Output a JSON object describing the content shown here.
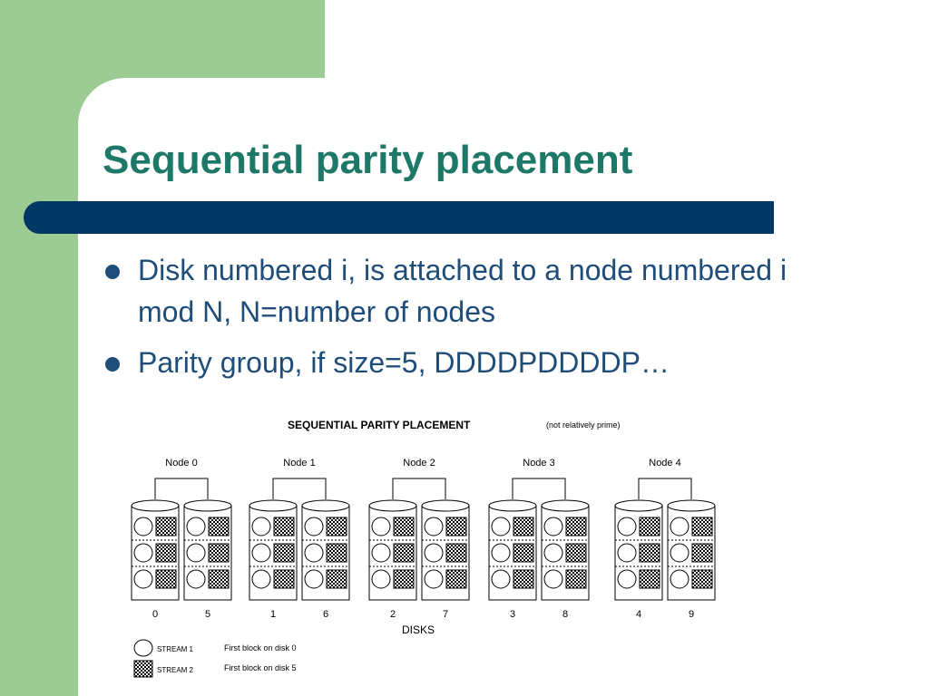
{
  "slide": {
    "title": "Sequential parity placement",
    "bullets": [
      "Disk numbered i, is attached to a node numbered i mod N, N=number of nodes",
      "Parity group, if size=5, DDDDPDDDDP…"
    ]
  },
  "diagram": {
    "title": "SEQUENTIAL PARITY PLACEMENT",
    "note": "(not relatively prime)",
    "nodes": [
      {
        "label": "Node 0",
        "disks": [
          "0",
          "5"
        ]
      },
      {
        "label": "Node 1",
        "disks": [
          "1",
          "6"
        ]
      },
      {
        "label": "Node 2",
        "disks": [
          "2",
          "7"
        ]
      },
      {
        "label": "Node 3",
        "disks": [
          "3",
          "8"
        ]
      },
      {
        "label": "Node 4",
        "disks": [
          "4",
          "9"
        ]
      }
    ],
    "disks_label": "DISKS",
    "legend": [
      {
        "symbol": "STREAM 1",
        "text": "First block on disk 0"
      },
      {
        "symbol": "STREAM 2",
        "text": "First block on disk 5"
      }
    ]
  }
}
